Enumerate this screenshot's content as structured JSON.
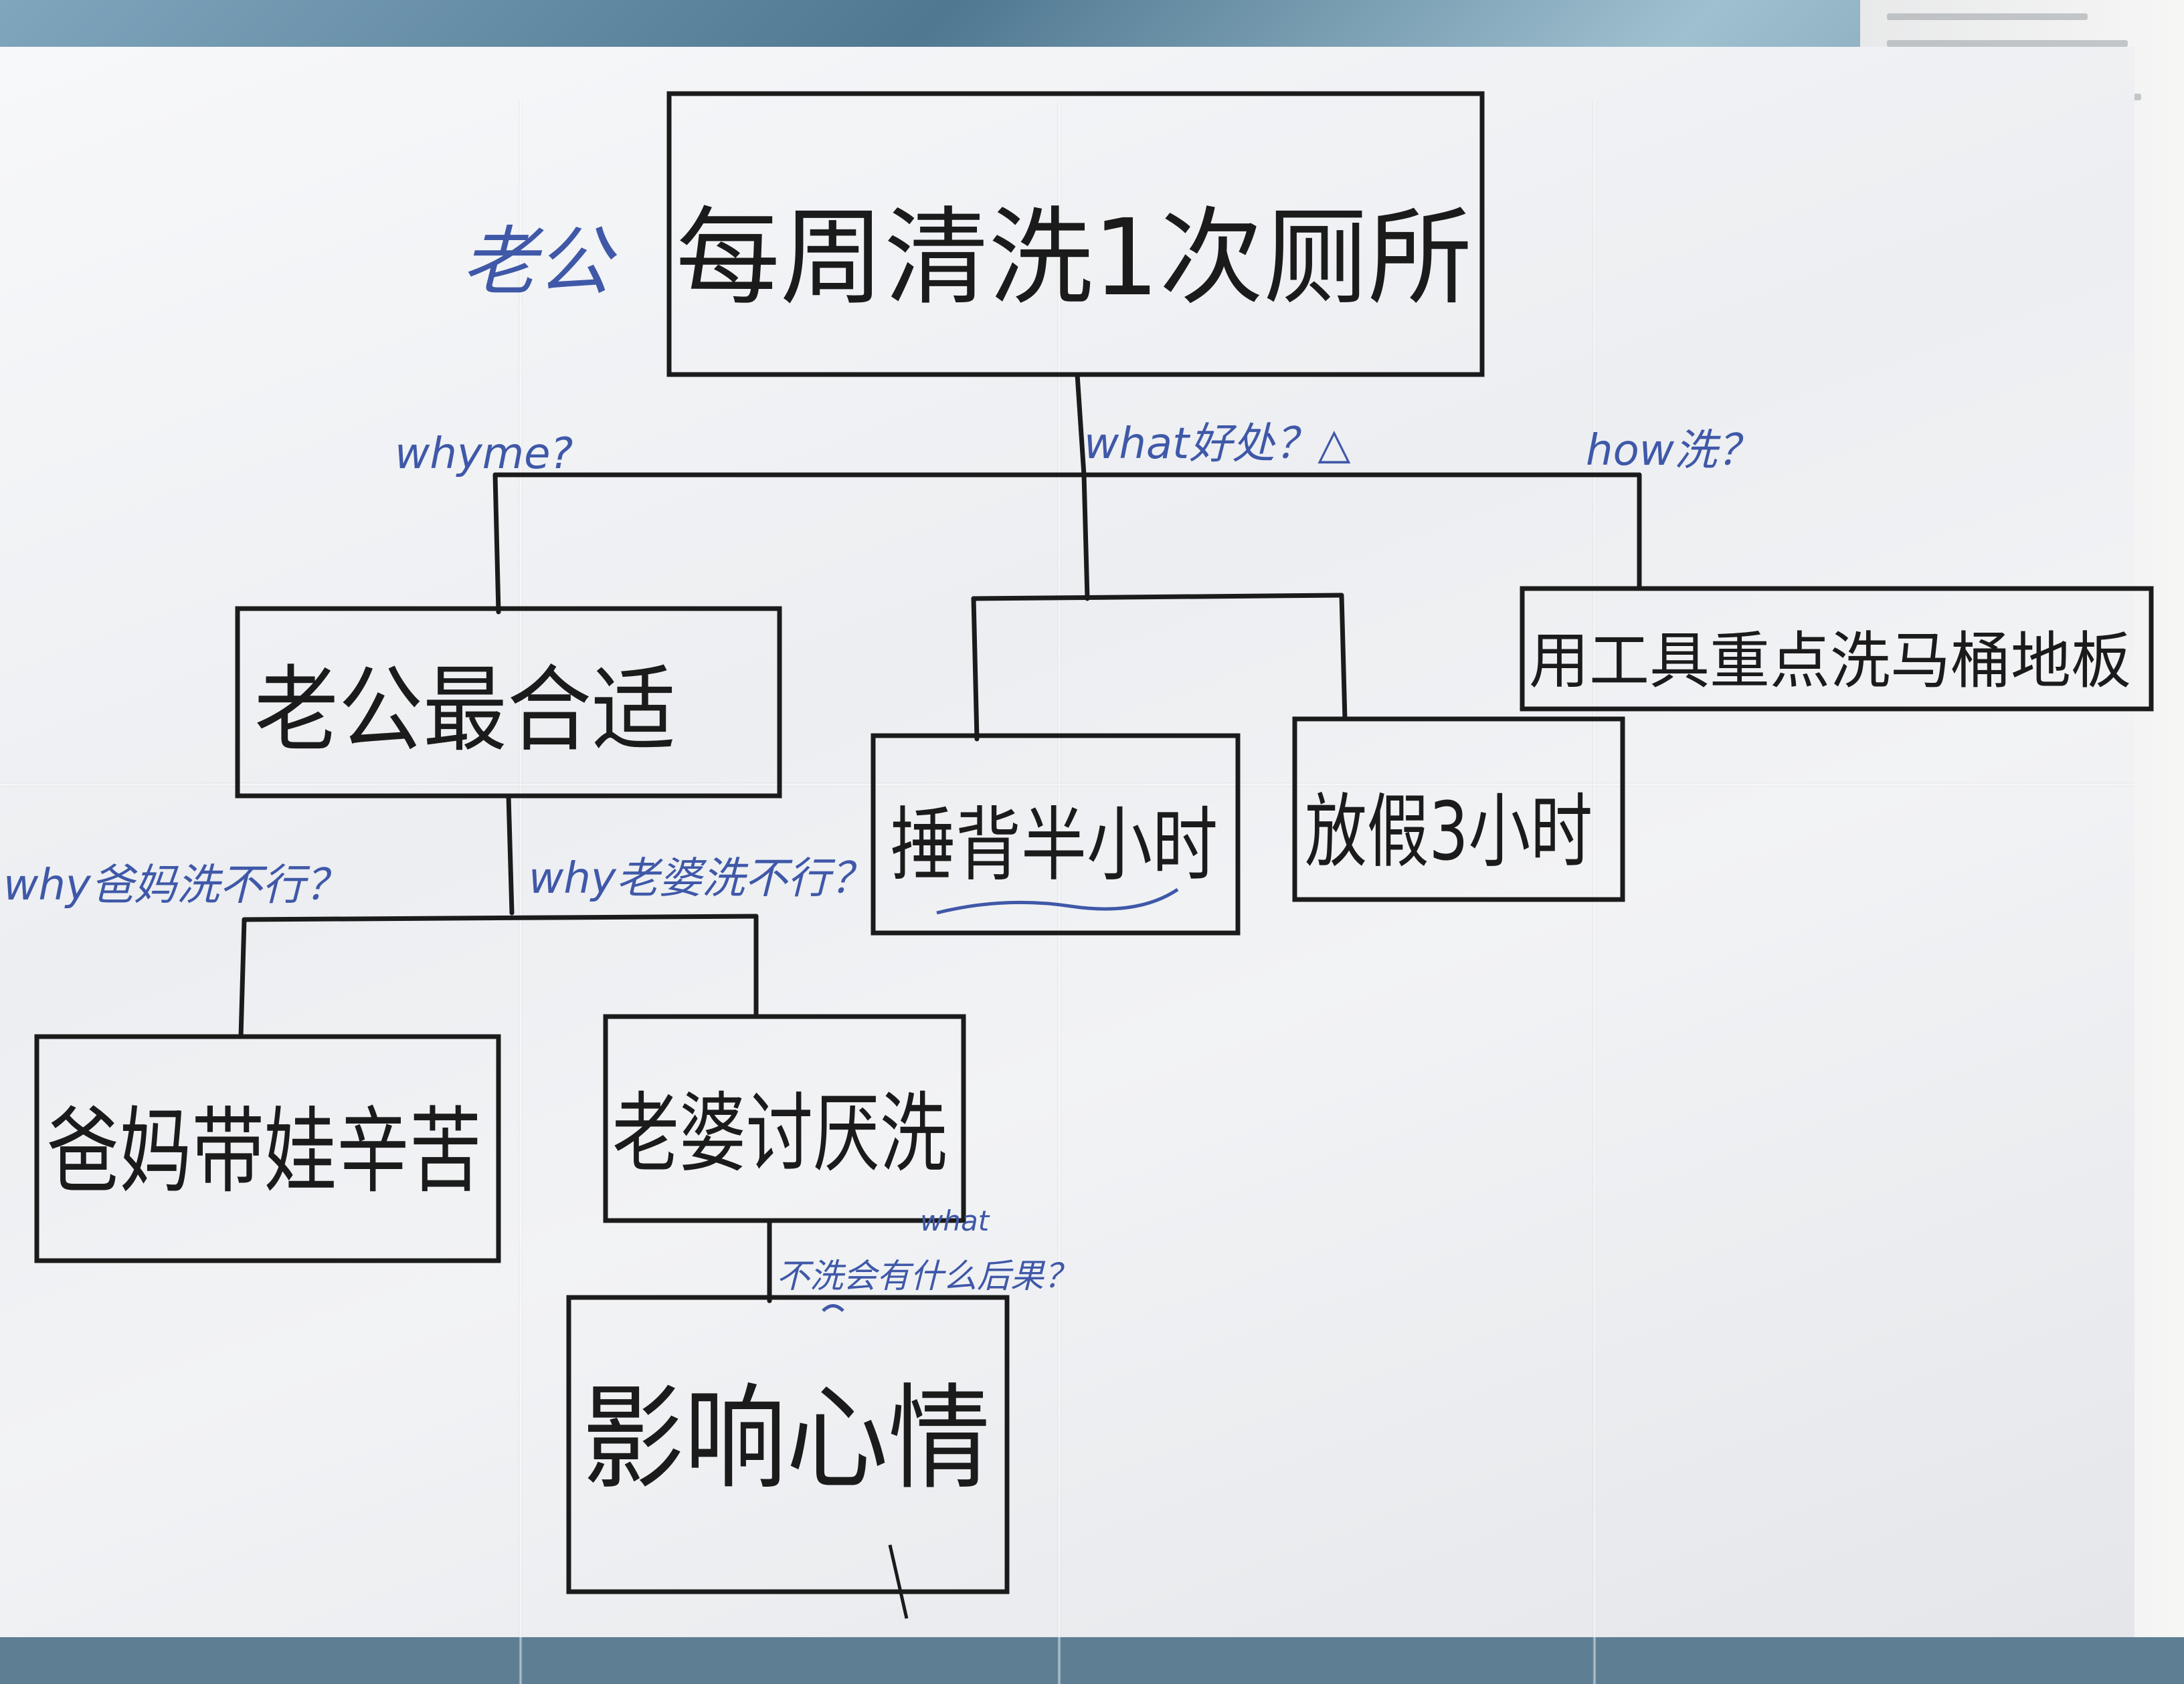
{
  "root": {
    "prefix": "老公",
    "title": "每周清洗1次厕所"
  },
  "branches": {
    "why": {
      "question": "whyme?",
      "node": "老公最合适"
    },
    "what": {
      "question": "what好处？△",
      "node_1": "捶背半小时",
      "node_2": "放假3小时"
    },
    "how": {
      "question": "how洗？",
      "node": "用工具重点洗马桶地板"
    }
  },
  "sub_branches": {
    "parents": {
      "question": "why爸妈洗不行？",
      "node": "爸妈带娃辛苦"
    },
    "wife": {
      "question": "why老婆洗不行？",
      "node": "老婆讨厌洗"
    },
    "consequence": {
      "question": "不洗会有什么后果？",
      "annotation": "what",
      "node": "影响心情"
    }
  },
  "colors": {
    "ink": "#1b1b1b",
    "blue_ink": "#3f58a8",
    "paper": "#eef0f3"
  }
}
